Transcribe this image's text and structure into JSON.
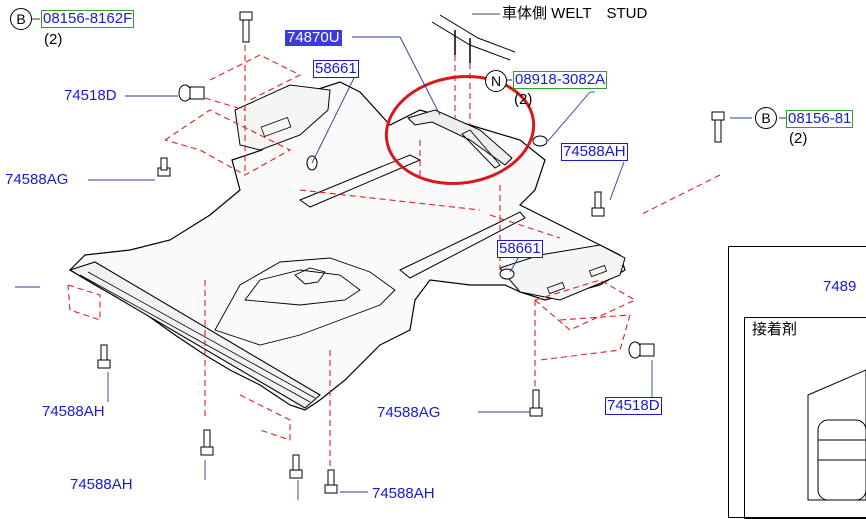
{
  "callouts": {
    "b_top_left_code": "08156-8162F",
    "b_top_left_qty": "(2)",
    "b_right_code": "08156-81",
    "b_right_qty": "(2)",
    "n_code": "08918-3082A",
    "n_qty": "(2)",
    "b_symbol": "B",
    "n_symbol": "N"
  },
  "labels": {
    "main_panel": "74870U",
    "grommet_top": "58661",
    "grommet_mid": "58661",
    "clip_left": "74518D",
    "clip_right": "74518D",
    "bolt_left": "74588AG",
    "bolt_bottom_mid": "74588AG",
    "bolt_ah_right": "74588AH",
    "bolt_ah_left": "74588AH",
    "bolt_ah_bottom_left": "74588AH",
    "bolt_ah_bottom": "74588AH",
    "inset_code": "7489"
  },
  "annotations": {
    "body_side_stud": "車体側 WELT　STUD",
    "adhesive": "接着剤"
  },
  "colors": {
    "label_blue": "#1a1acc",
    "highlight_blue": "#3b3bdb",
    "leader_red": "#e02020",
    "circle_red": "#d81818",
    "green_box": "#2e9e2e"
  }
}
